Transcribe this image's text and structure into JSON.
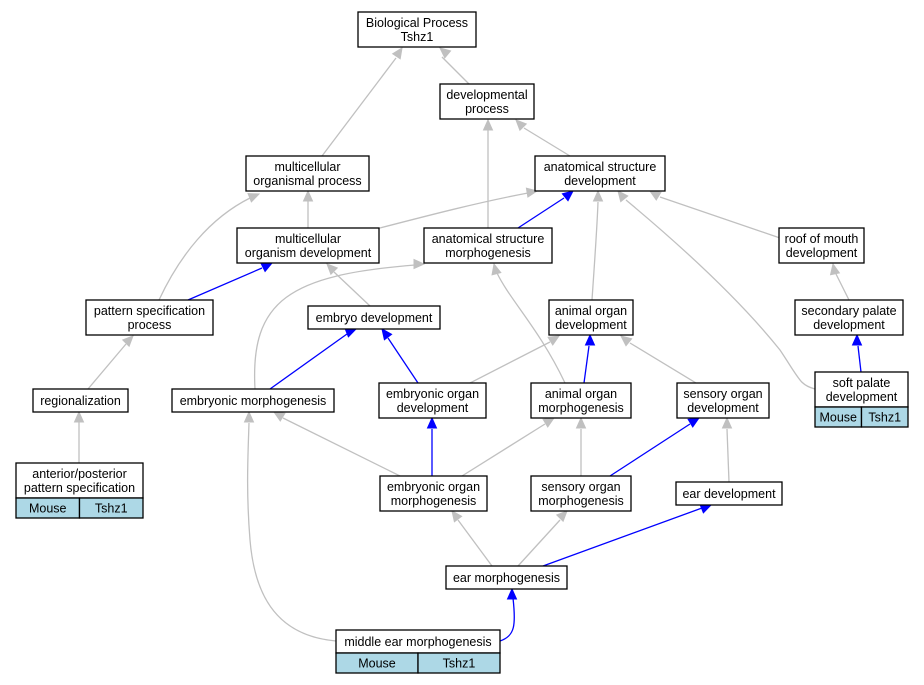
{
  "colors": {
    "background": "#ffffff",
    "node_border": "#000000",
    "tag_fill": "#add8e6",
    "edge_gray": "#c0c0c0",
    "edge_blue": "#0000ff"
  },
  "nodes": {
    "biological_process": [
      "Biological Process",
      "Tshz1"
    ],
    "developmental_process": [
      "developmental",
      "process"
    ],
    "multicellular_organismal_process": [
      "multicellular",
      "organismal process"
    ],
    "anatomical_structure_development": [
      "anatomical structure",
      "development"
    ],
    "multicellular_organism_development": [
      "multicellular",
      "organism development"
    ],
    "anatomical_structure_morphogenesis": [
      "anatomical structure",
      "morphogenesis"
    ],
    "roof_of_mouth_development": [
      "roof of mouth",
      "development"
    ],
    "pattern_specification_process": [
      "pattern specification",
      "process"
    ],
    "embryo_development": [
      "embryo development"
    ],
    "animal_organ_development": [
      "animal organ",
      "development"
    ],
    "secondary_palate_development": [
      "secondary palate",
      "development"
    ],
    "regionalization": [
      "regionalization"
    ],
    "embryonic_morphogenesis": [
      "embryonic morphogenesis"
    ],
    "embryonic_organ_development": [
      "embryonic organ",
      "development"
    ],
    "animal_organ_morphogenesis": [
      "animal organ",
      "morphogenesis"
    ],
    "sensory_organ_development": [
      "sensory organ",
      "development"
    ],
    "soft_palate_development": [
      "soft palate",
      "development"
    ],
    "anterior_posterior_pattern_specification": [
      "anterior/posterior",
      "pattern specification"
    ],
    "embryonic_organ_morphogenesis": [
      "embryonic organ",
      "morphogenesis"
    ],
    "sensory_organ_morphogenesis": [
      "sensory organ",
      "morphogenesis"
    ],
    "ear_development": [
      "ear development"
    ],
    "ear_morphogenesis": [
      "ear morphogenesis"
    ],
    "middle_ear_morphogenesis": [
      "middle ear morphogenesis"
    ]
  },
  "annotations": {
    "soft_palate_development": [
      "Mouse",
      "Tshz1"
    ],
    "anterior_posterior_pattern_specification": [
      "Mouse",
      "Tshz1"
    ],
    "middle_ear_morphogenesis": [
      "Mouse",
      "Tshz1"
    ]
  },
  "edges": [
    {
      "from": "developmental_process",
      "to": "biological_process",
      "color": "gray"
    },
    {
      "from": "multicellular_organismal_process",
      "to": "biological_process",
      "color": "gray"
    },
    {
      "from": "anatomical_structure_development",
      "to": "developmental_process",
      "color": "gray"
    },
    {
      "from": "anatomical_structure_morphogenesis",
      "to": "developmental_process",
      "color": "gray"
    },
    {
      "from": "multicellular_organism_development",
      "to": "multicellular_organismal_process",
      "color": "gray"
    },
    {
      "from": "multicellular_organism_development",
      "to": "anatomical_structure_development",
      "color": "gray"
    },
    {
      "from": "anatomical_structure_morphogenesis",
      "to": "anatomical_structure_development",
      "color": "blue"
    },
    {
      "from": "roof_of_mouth_development",
      "to": "anatomical_structure_development",
      "color": "gray"
    },
    {
      "from": "animal_organ_development",
      "to": "anatomical_structure_development",
      "color": "gray"
    },
    {
      "from": "soft_palate_development",
      "to": "anatomical_structure_development",
      "color": "gray"
    },
    {
      "from": "pattern_specification_process",
      "to": "multicellular_organismal_process",
      "color": "gray"
    },
    {
      "from": "pattern_specification_process",
      "to": "multicellular_organism_development",
      "color": "blue"
    },
    {
      "from": "embryo_development",
      "to": "multicellular_organism_development",
      "color": "gray"
    },
    {
      "from": "secondary_palate_development",
      "to": "roof_of_mouth_development",
      "color": "gray"
    },
    {
      "from": "soft_palate_development",
      "to": "secondary_palate_development",
      "color": "blue"
    },
    {
      "from": "regionalization",
      "to": "pattern_specification_process",
      "color": "gray"
    },
    {
      "from": "anterior_posterior_pattern_specification",
      "to": "regionalization",
      "color": "gray"
    },
    {
      "from": "embryonic_morphogenesis",
      "to": "embryo_development",
      "color": "blue"
    },
    {
      "from": "embryonic_morphogenesis",
      "to": "anatomical_structure_morphogenesis",
      "color": "gray"
    },
    {
      "from": "embryonic_organ_development",
      "to": "embryo_development",
      "color": "blue"
    },
    {
      "from": "embryonic_organ_development",
      "to": "animal_organ_development",
      "color": "gray"
    },
    {
      "from": "animal_organ_morphogenesis",
      "to": "animal_organ_development",
      "color": "blue"
    },
    {
      "from": "animal_organ_morphogenesis",
      "to": "anatomical_structure_morphogenesis",
      "color": "gray"
    },
    {
      "from": "sensory_organ_development",
      "to": "animal_organ_development",
      "color": "gray"
    },
    {
      "from": "embryonic_organ_morphogenesis",
      "to": "embryonic_morphogenesis",
      "color": "gray"
    },
    {
      "from": "embryonic_organ_morphogenesis",
      "to": "embryonic_organ_development",
      "color": "blue"
    },
    {
      "from": "embryonic_organ_morphogenesis",
      "to": "animal_organ_morphogenesis",
      "color": "gray"
    },
    {
      "from": "sensory_organ_morphogenesis",
      "to": "animal_organ_morphogenesis",
      "color": "gray"
    },
    {
      "from": "sensory_organ_morphogenesis",
      "to": "sensory_organ_development",
      "color": "blue"
    },
    {
      "from": "ear_development",
      "to": "sensory_organ_development",
      "color": "gray"
    },
    {
      "from": "ear_morphogenesis",
      "to": "embryonic_organ_morphogenesis",
      "color": "gray"
    },
    {
      "from": "ear_morphogenesis",
      "to": "sensory_organ_morphogenesis",
      "color": "gray"
    },
    {
      "from": "ear_morphogenesis",
      "to": "ear_development",
      "color": "blue"
    },
    {
      "from": "middle_ear_morphogenesis",
      "to": "ear_morphogenesis",
      "color": "blue"
    },
    {
      "from": "middle_ear_morphogenesis",
      "to": "embryonic_morphogenesis",
      "color": "gray"
    }
  ]
}
